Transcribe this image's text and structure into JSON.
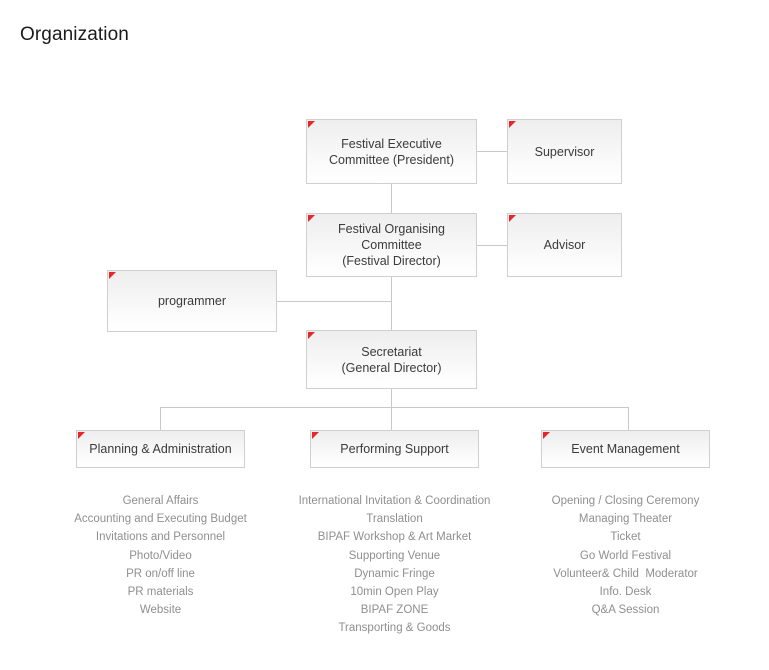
{
  "page": {
    "title": "Organization",
    "accent_red": "#e8262a",
    "box_border": "#cfcfcf",
    "connector_color": "#c8c8c8",
    "list_text_color": "#8f8f8f",
    "box_text_color": "#3b3b3b",
    "background": "#ffffff"
  },
  "nodes": {
    "executive_committee": {
      "label": "Festival Executive\nCommittee (President)"
    },
    "supervisor": {
      "label": "Supervisor"
    },
    "organising_committee": {
      "label": "Festival Organising\nCommittee\n(Festival Director)"
    },
    "advisor": {
      "label": "Advisor"
    },
    "programmer": {
      "label": "programmer"
    },
    "secretariat": {
      "label": "Secretariat\n(General Director)"
    },
    "planning_administration": {
      "label": "Planning & Administration"
    },
    "performing_support": {
      "label": "Performing Support"
    },
    "event_management": {
      "label": "Event Management"
    }
  },
  "departments": [
    {
      "name": "Planning & Administration",
      "items": [
        "General Affairs",
        "Accounting and Executing Budget",
        "Invitations and Personnel",
        "Photo/Video",
        "PR on/off line",
        "PR materials",
        "Website"
      ]
    },
    {
      "name": "Performing Support",
      "items": [
        "International Invitation & Coordination",
        "Translation",
        "BIPAF Workshop & Art Market",
        "Supporting Venue",
        "Dynamic Fringe",
        "10min Open Play",
        "BIPAF ZONE",
        "Transporting & Goods"
      ]
    },
    {
      "name": "Event Management",
      "items": [
        "Opening / Closing Ceremony",
        "Managing Theater",
        "Ticket",
        "Go World Festival",
        "Volunteer& Child  Moderator",
        "Info. Desk",
        "Q&A Session"
      ]
    }
  ]
}
